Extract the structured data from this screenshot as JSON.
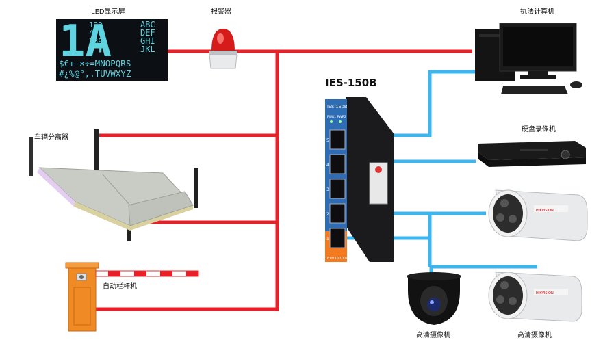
{
  "labels": {
    "led_display": "LED显示屏",
    "alarm": "报警器",
    "vehicle_separator": "车辆分离器",
    "barrier_gate": "自动栏杆机",
    "model": "IES-150B",
    "law_computer": "执法计算机",
    "dvr": "硬盘录像机",
    "camera_left": "高清摄像机",
    "camera_right": "高清摄像机"
  },
  "led": {
    "big_chars": "1A",
    "rows_mid": [
      "123",
      "456",
      "789",
      "0 ▮"
    ],
    "rows_right": [
      "ABC",
      "DEF",
      "GHI",
      "JKL"
    ],
    "row_bottom1": "$€+-×÷=MNOPQRS",
    "row_bottom2": "#¿%@°,.TUVWXYZ"
  },
  "switch": {
    "top_label": "IES-150B",
    "pwr_label": "PWR1 PWR2",
    "port_numbers": [
      "5",
      "4",
      "3",
      "2",
      "1"
    ],
    "bottom_left": "ETH",
    "bottom_right": "10/100M"
  },
  "camera_brand": "HIKVISION",
  "colors": {
    "red_line": "#e8202a",
    "blue_line": "#3db6ef",
    "switch_orange": "#f47a20",
    "switch_blue": "#2e6db4"
  }
}
